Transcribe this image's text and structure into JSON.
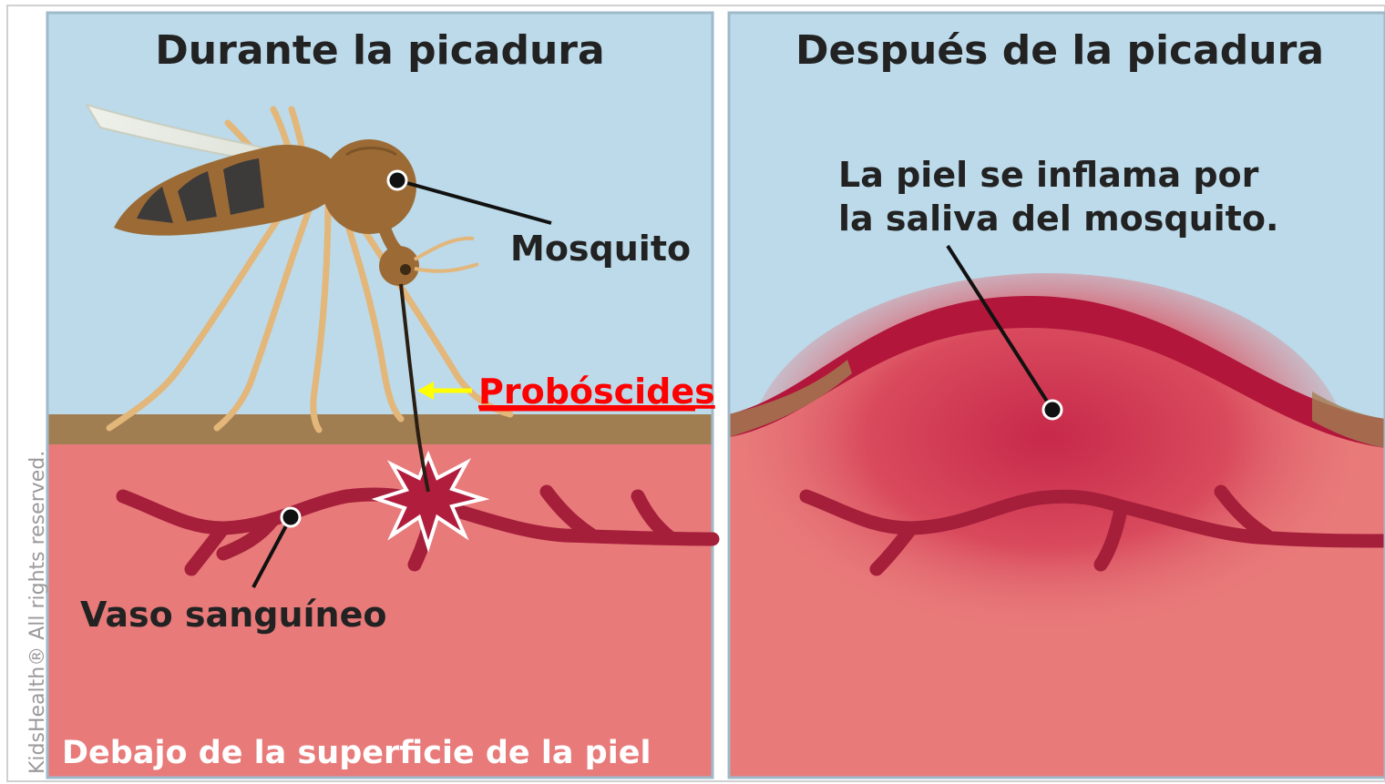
{
  "panels": {
    "left": {
      "title": "Durante la picadura",
      "label_mosquito": "Mosquito",
      "label_proboscis": "Probóscides",
      "label_vessel": "Vaso sanguíneo",
      "label_under_skin": "Debajo de la superficie de la piel"
    },
    "right": {
      "title": "Después de la picadura",
      "caption_line1": "La piel se inflama por",
      "caption_line2": "la saliva del mosquito."
    }
  },
  "copyright": "KidsHealth® All rights reserved.",
  "colors": {
    "sky": "#bcdaea",
    "skin_surface": "#a17e52",
    "tissue": "#e87a7a",
    "vessel": "#a51e3a",
    "swelling": "#b2163a",
    "mosquito_body": "#9c6b35",
    "mosquito_legs": "#e3b67a",
    "proboscis_label": "#ff0000",
    "arrow": "#ffff00",
    "label_text": "#222222",
    "under_skin_text": "#ffffff"
  }
}
